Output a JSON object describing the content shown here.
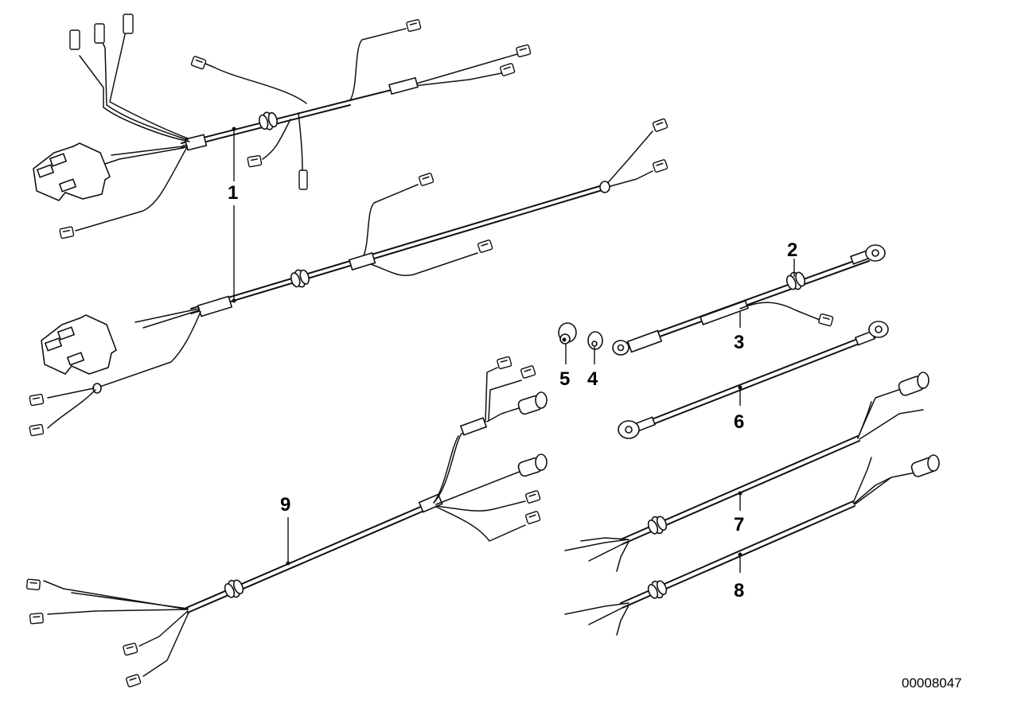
{
  "diagram": {
    "callouts": [
      {
        "id": "callout-1",
        "text": "1"
      },
      {
        "id": "callout-2",
        "text": "2"
      },
      {
        "id": "callout-3",
        "text": "3"
      },
      {
        "id": "callout-4",
        "text": "4"
      },
      {
        "id": "callout-5",
        "text": "5"
      },
      {
        "id": "callout-6",
        "text": "6"
      },
      {
        "id": "callout-7",
        "text": "7"
      },
      {
        "id": "callout-8",
        "text": "8"
      },
      {
        "id": "callout-9",
        "text": "9"
      }
    ],
    "reference_number": "00008047"
  }
}
